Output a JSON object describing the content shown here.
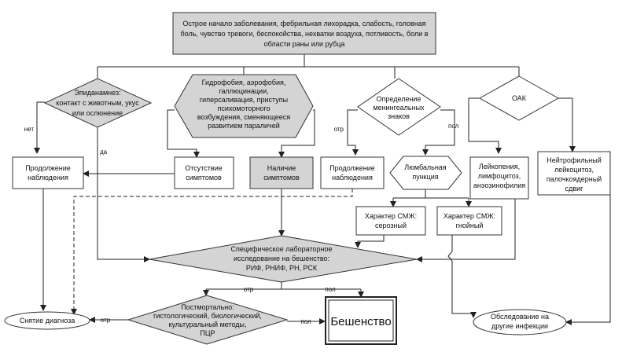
{
  "nodes": {
    "onset": [
      "Острое начало заболевания, фебрильная лихорадка, слабость, головная",
      "боль, чувство тревоги, беспокойства, нехватки воздуха, потливость, боли в",
      "области раны или рубца"
    ],
    "epid": [
      "Эпиданамнез:",
      "контакт с животным, укус",
      "или ослюнение"
    ],
    "hydro": [
      "Гидрофобия, аэрофобия,",
      "галлюцинации,",
      "гиперсаливация, приступы",
      "психомоторного",
      "возбуждения, сменяющееся",
      "развитием параличей"
    ],
    "mening": [
      "Определение",
      "менингеальных",
      "знаков"
    ],
    "oak": "ОАК",
    "continue1": [
      "Продолжение",
      "наблюдения"
    ],
    "absent": [
      "Отсутствие",
      "симптомов"
    ],
    "present": [
      "Наличие",
      "симптомов"
    ],
    "continue2": [
      "Продолжение",
      "наблюдения"
    ],
    "lumbar": [
      "Люмбальная",
      "пункция"
    ],
    "leuko": [
      "Лейкопения,",
      "лимфоцитоз,",
      "анэозинофилия"
    ],
    "neutro": [
      "Нейтрофильный",
      "лейкоцитоз,",
      "палочкоядерный",
      "сдвиг"
    ],
    "serous": [
      "Характер СМЖ:",
      "серозный"
    ],
    "purulent": [
      "Характер СМЖ:",
      "гнойный"
    ],
    "lab": [
      "Специфическое лабораторное",
      "исследование на бешенство:",
      "РИФ, РНИФ, РН, РСК"
    ],
    "removal": "Снятие диагноза",
    "postmortem": [
      "Постмортально:",
      "гистологический, биологический,",
      "культуральный методы,",
      "ПЦР"
    ],
    "rabies": "Бешенство",
    "other": [
      "Обследование на",
      "другие инфекции"
    ]
  },
  "edge_labels": {
    "net": "нет",
    "da": "да",
    "otr1": "отр",
    "pol1": "пол",
    "otr2": "отр",
    "pol2": "пол",
    "otr3": "отр",
    "pol3": "пол"
  },
  "colors": {
    "gray_fill": "#d4d4d4",
    "stroke": "#333333"
  }
}
